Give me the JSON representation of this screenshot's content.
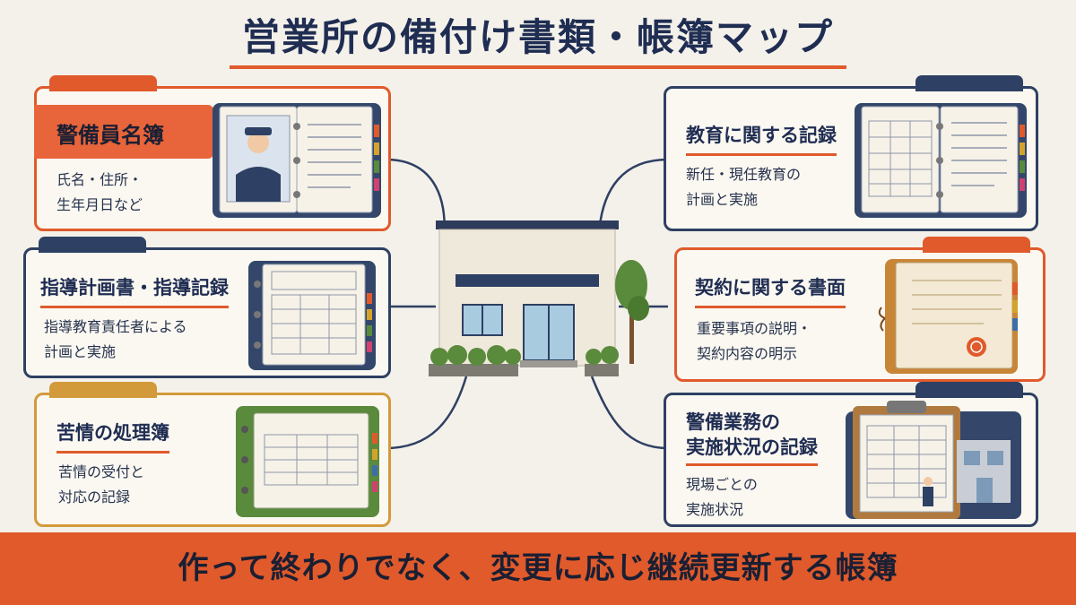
{
  "title": "営業所の備付け書類・帳簿マップ",
  "footer": "作って終わりでなく、変更に応じ継続更新する帳簿",
  "colors": {
    "navy": "#2e4063",
    "orange": "#e05a2b",
    "gold": "#d39a3c",
    "green": "#5a8a3c",
    "paper": "#fbf8f1"
  },
  "cards": [
    {
      "title": "警備員名簿",
      "desc": [
        "氏名・住所・",
        "生年月日など"
      ],
      "icon": "guard-roster-binder-icon"
    },
    {
      "title": "指導計画書・指導記録",
      "desc": [
        "指導教育責任者による",
        "計画と実施"
      ],
      "icon": "guidance-plan-binder-icon"
    },
    {
      "title": "苦情の処理簿",
      "desc": [
        "苦情の受付と",
        "対応の記録"
      ],
      "icon": "complaint-binder-icon"
    },
    {
      "title": "教育に関する記録",
      "desc": [
        "新任・現任教育の",
        "計画と実施"
      ],
      "icon": "education-record-binder-icon"
    },
    {
      "title": "契約に関する書面",
      "desc": [
        "重要事項の説明・",
        "契約内容の明示"
      ],
      "icon": "contract-folder-icon"
    },
    {
      "title": "警備業務の\n実施状況の記録",
      "title_lines": [
        "警備業務の",
        "実施状況の記録"
      ],
      "desc": [
        "現場ごとの",
        "実施状況"
      ],
      "icon": "clipboard-report-icon"
    }
  ],
  "center_icon": "office-building-icon"
}
